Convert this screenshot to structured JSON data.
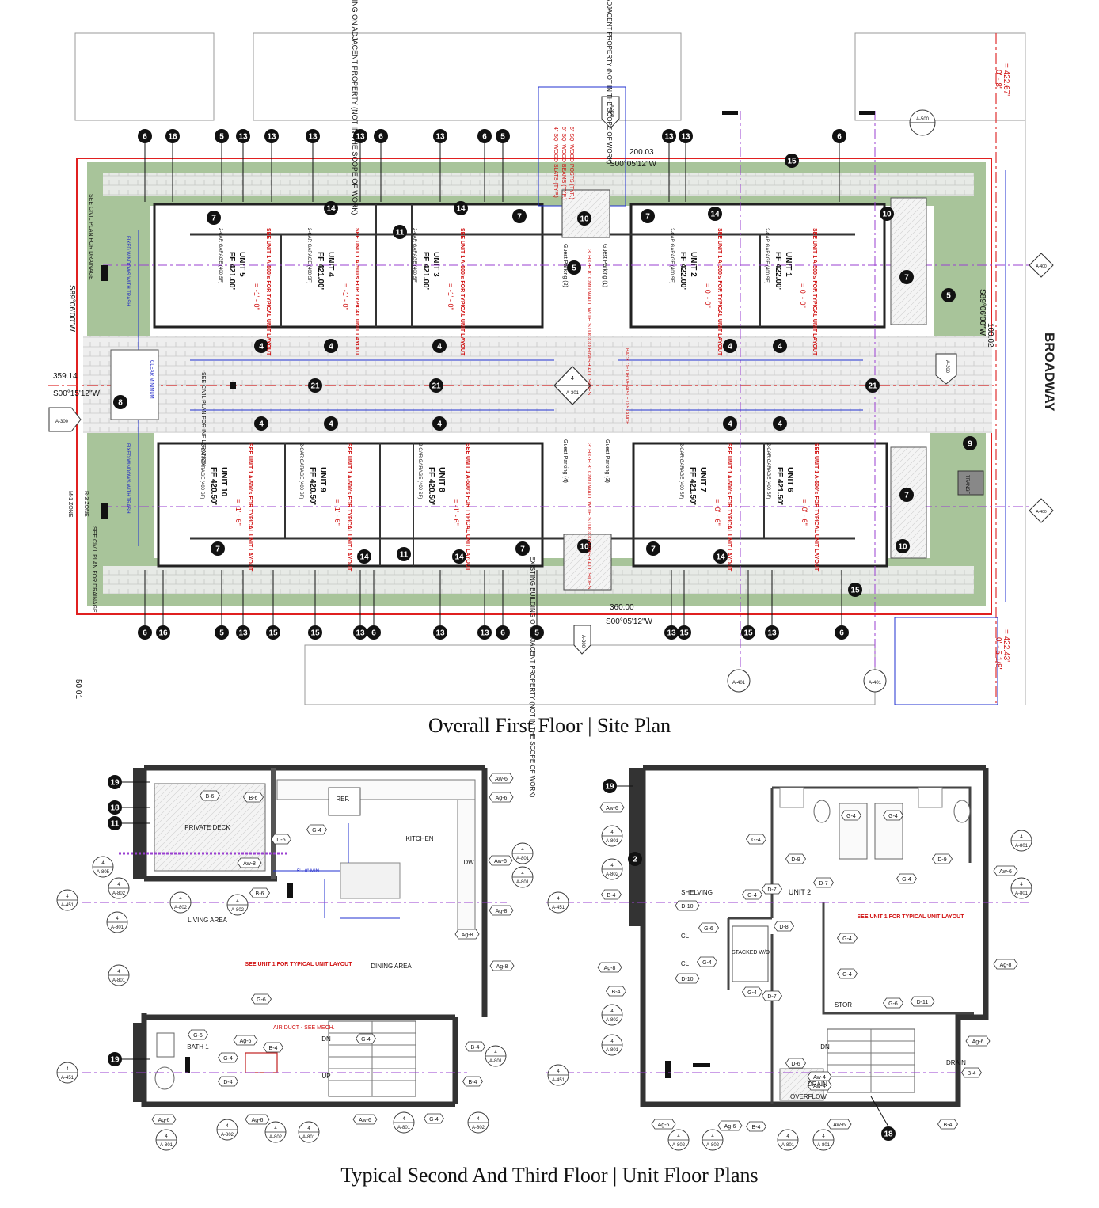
{
  "captions": {
    "site_plan": "Overall First Floor | Site Plan",
    "unit_plans": "Typical Second And Third Floor | Unit Floor Plans"
  },
  "site": {
    "street": "BROADWAY",
    "existing_building": "EXISTING BUILDING ON ADJACENT PROPERTY (NOT IN THE SCOPE OF WORK)",
    "dims": {
      "top": "200.03",
      "top_bearing": "S00°05'12\"W",
      "bottom": "360.00",
      "bottom_bearing": "S00°05'12\"W",
      "left": "359.14",
      "left_bearing": "S00°15'12\"W",
      "left_side": "S89°06'00\"W",
      "right_side": "S89°06'00\"W",
      "right": "100.02",
      "left_small": "50.01",
      "elev_top": "= 422.67'",
      "elev_top2": "0' - 8\"",
      "elev_bottom": "= 422.43'",
      "elev_bottom2": "0' - 5 1/8\""
    },
    "notes": {
      "typical_unit": "SEE UNIT 1 A-500's FOR TYPICAL UNIT LAYOUT",
      "garage": "2-CAR GARAGE (400 SF)",
      "guest_parking": [
        "Guest Parking (1)",
        "Guest Parking (2)",
        "Guest Parking (3)",
        "Guest Parking (4)"
      ],
      "cmu_wall": "3' HIGH 8\" CMU WALL WITH STUCCO FINISH ALL SIDES",
      "see_civil_drainage": "SEE CIVIL PLAN FOR DRAINAGE",
      "see_civil_infiltration": "SEE CIVIL PLAN FOR INFILTRATION",
      "fixed_windows": "FIXED WINDOWS WITH TRASH",
      "wood_posts": "6\" SQ. WOOD POSTS (TYP.)",
      "wood_beams": "6\" SQ. WOOD BEAMS (TYP.)",
      "wood_slats": "4\" SQ. WOOD SLATS (TYP.)",
      "zone_r3": "R-3 ZONE",
      "zone_m1": "M-1 ZONE",
      "transf": "TRANSF",
      "clear_minimum": "CLEAR MINIMUM",
      "back_of_drive": "BACK OF DRIVE AISLE DISTANCE"
    },
    "units_top": [
      {
        "name": "UNIT 5",
        "ff": "FF 421.00'",
        "offset": "= -1' - 0\""
      },
      {
        "name": "UNIT 4",
        "ff": "FF 421.00'",
        "offset": "= -1' - 0\""
      },
      {
        "name": "UNIT 3",
        "ff": "FF 421.00'",
        "offset": "= -1' - 0\""
      },
      {
        "name": "UNIT 2",
        "ff": "FF 422.00'",
        "offset": "= 0' - 0\""
      },
      {
        "name": "UNIT 1",
        "ff": "FF 422.00'",
        "offset": "= 0' - 0\""
      }
    ],
    "units_bottom": [
      {
        "name": "UNIT 10",
        "ff": "FF 420.50'",
        "offset": "= -1' - 6\""
      },
      {
        "name": "UNIT 9",
        "ff": "FF 420.50'",
        "offset": "= -1' - 6\""
      },
      {
        "name": "UNIT 8",
        "ff": "FF 420.50'",
        "offset": "= -1' - 6\""
      },
      {
        "name": "UNIT 7",
        "ff": "FF 421.50'",
        "offset": "= -0' - 6\""
      },
      {
        "name": "UNIT 6",
        "ff": "FF 421.50'",
        "offset": "= -0' - 6\""
      }
    ],
    "sheet_refs": [
      "A-300",
      "A-301",
      "A-400",
      "A-401",
      "A-500"
    ],
    "keynotes_top": [
      "6",
      "16",
      "5",
      "13",
      "13",
      "13",
      "13",
      "6",
      "13",
      "6",
      "5",
      "13",
      "13",
      "6"
    ],
    "keynotes_bottom": [
      "6",
      "16",
      "5",
      "13",
      "15",
      "15",
      "13",
      "6",
      "13",
      "13",
      "6",
      "5",
      "13",
      "15",
      "15",
      "13",
      "6"
    ]
  },
  "plan_left": {
    "rooms": {
      "deck": "PRIVATE DECK",
      "kitchen": "KITCHEN",
      "living": "LIVING AREA",
      "dining": "DINING AREA",
      "bath": "BATH 1",
      "ref": "REF.",
      "dw": "DW",
      "dn": "DN",
      "up": "UP"
    },
    "notes": {
      "typical": "SEE UNIT 1 FOR TYPICAL UNIT LAYOUT",
      "air_duct": "AIR DUCT - SEE MECH.",
      "min": "5' - 0\" MIN"
    },
    "tags": [
      "B-6",
      "B-6",
      "Aw-6",
      "Ag-6",
      "G-4",
      "D-5",
      "Aw-8",
      "B-6",
      "Aw-6",
      "Ag-8",
      "Ag-8",
      "Ag-8",
      "G-6",
      "G-6",
      "G-4",
      "G-4",
      "B-4",
      "D-4",
      "Ag-6",
      "Ag-6",
      "Ag-6",
      "Aw-6",
      "B-4",
      "B-4",
      "G-4"
    ],
    "keynotes": [
      "19",
      "18",
      "11",
      "19"
    ],
    "refs": [
      "A-805",
      "A-802",
      "A-802",
      "A-802",
      "A-801",
      "A-801",
      "A-801",
      "A-801",
      "A-801",
      "A-451",
      "A-451",
      "A-801",
      "A-802",
      "A-802",
      "A-801",
      "A-801",
      "A-802"
    ]
  },
  "plan_right": {
    "rooms": {
      "unit": "UNIT 2",
      "shelving": "SHELVING",
      "cl": "CL",
      "stacked": "STACKED W/D",
      "stor": "STOR",
      "dn": "DN",
      "drain": "DRAIN",
      "overflow": "OVERFLOW"
    },
    "notes": {
      "typical": "SEE UNIT 1 FOR TYPICAL UNIT LAYOUT"
    },
    "tags": [
      "Aw-6",
      "G-4",
      "G-4",
      "G-4",
      "D-9",
      "D-9",
      "G-4",
      "D-7",
      "D-7",
      "D-10",
      "D-10",
      "G-6",
      "G-4",
      "D-8",
      "G-4",
      "D-7",
      "G-4",
      "G-4",
      "G-6",
      "D-11",
      "G-4",
      "Aw-6",
      "B-4",
      "Ag-8",
      "D-6",
      "Aw-4",
      "Aw-4",
      "Ag-6",
      "B-4",
      "Ag-6",
      "Ag-6",
      "B-4",
      "Aw-6",
      "Ag-8",
      "B-4",
      "B-4"
    ],
    "keynotes": [
      "19",
      "18",
      "2"
    ],
    "refs": [
      "A-801",
      "A-802",
      "A-802",
      "A-801",
      "A-451",
      "A-451",
      "A-801",
      "A-801",
      "A-802",
      "A-802",
      "A-801",
      "A-801"
    ]
  }
}
